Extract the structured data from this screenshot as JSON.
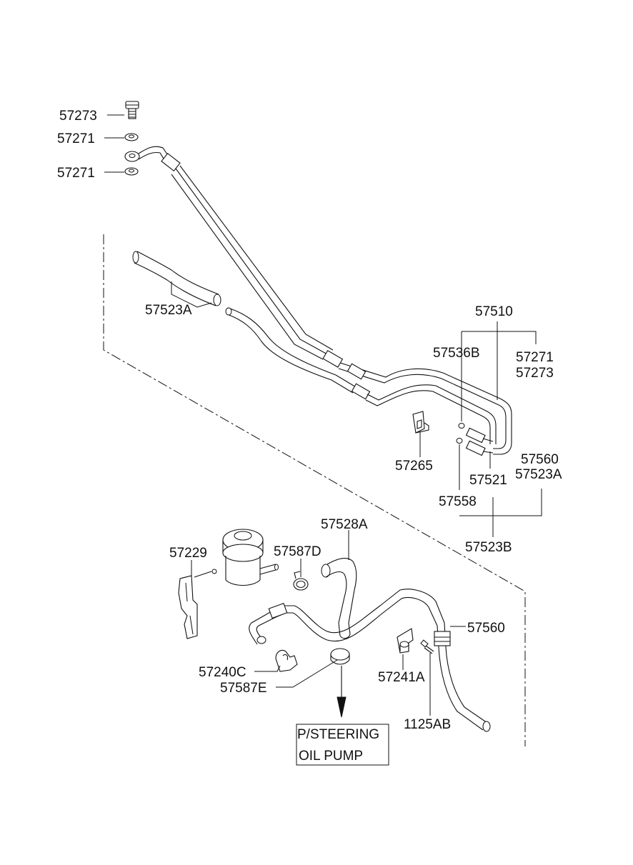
{
  "part_labels": {
    "p57273_top": "57273",
    "p57271_a": "57271",
    "p57271_b": "57271",
    "p57523A_upper": "57523A",
    "p57510": "57510",
    "p57536B": "57536B",
    "p57271_r": "57271",
    "p57273_r": "57273",
    "p57265": "57265",
    "p57560_r": "57560",
    "p57523A_r": "57523A",
    "p57521": "57521",
    "p57558": "57558",
    "p57523B": "57523B",
    "p57528A": "57528A",
    "p57229": "57229",
    "p57587D": "57587D",
    "p57560_lower": "57560",
    "p57240C": "57240C",
    "p57587E": "57587E",
    "p57241A": "57241A",
    "p1125AB": "1125AB"
  },
  "pump_box": {
    "line1": "P/STEERING",
    "line2": "OIL PUMP"
  }
}
